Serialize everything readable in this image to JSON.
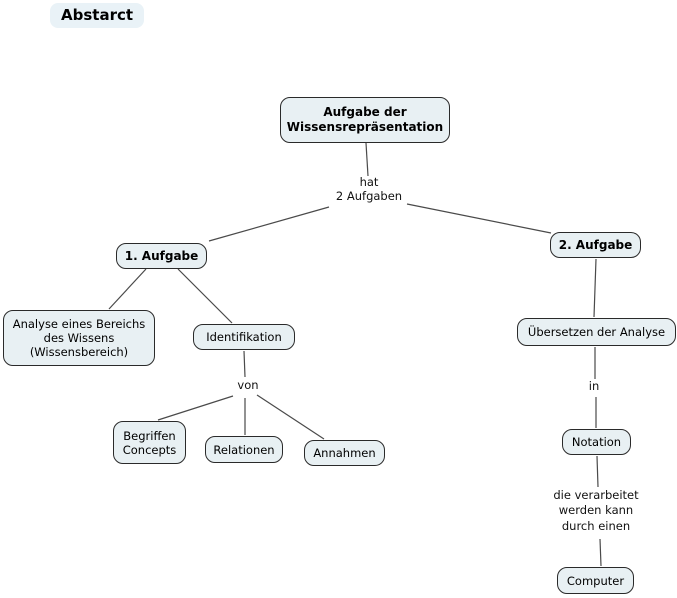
{
  "page": {
    "title": "Abstarct"
  },
  "colors": {
    "background": "#ffffff",
    "node_fill": "#e8f0f3",
    "node_border": "#2a2a2a",
    "connector_line": "#4a4a4a",
    "title_chip_bg": "#e9f2f7",
    "text": "#000000"
  },
  "diagram": {
    "nodes": {
      "root": {
        "label": "Aufgabe der\nWissensrepräsentation"
      },
      "task1": {
        "label": "1. Aufgabe"
      },
      "task2": {
        "label": "2. Aufgabe"
      },
      "analyse": {
        "label": "Analyse eines Bereichs\ndes Wissens\n(Wissensbereich)"
      },
      "identifikation": {
        "label": "Identifikation"
      },
      "begriffen": {
        "label": "Begriffen\nConcepts"
      },
      "relationen": {
        "label": "Relationen"
      },
      "annahmen": {
        "label": "Annahmen"
      },
      "uebersetzen": {
        "label": "Übersetzen der Analyse"
      },
      "notation": {
        "label": "Notation"
      },
      "computer": {
        "label": "Computer"
      }
    },
    "link_labels": {
      "hat": {
        "label": "hat\n2 Aufgaben"
      },
      "von": {
        "label": "von"
      },
      "in": {
        "label": "in"
      },
      "verarbeitet": {
        "label": "die verarbeitet\nwerden kann\ndurch einen"
      }
    }
  }
}
